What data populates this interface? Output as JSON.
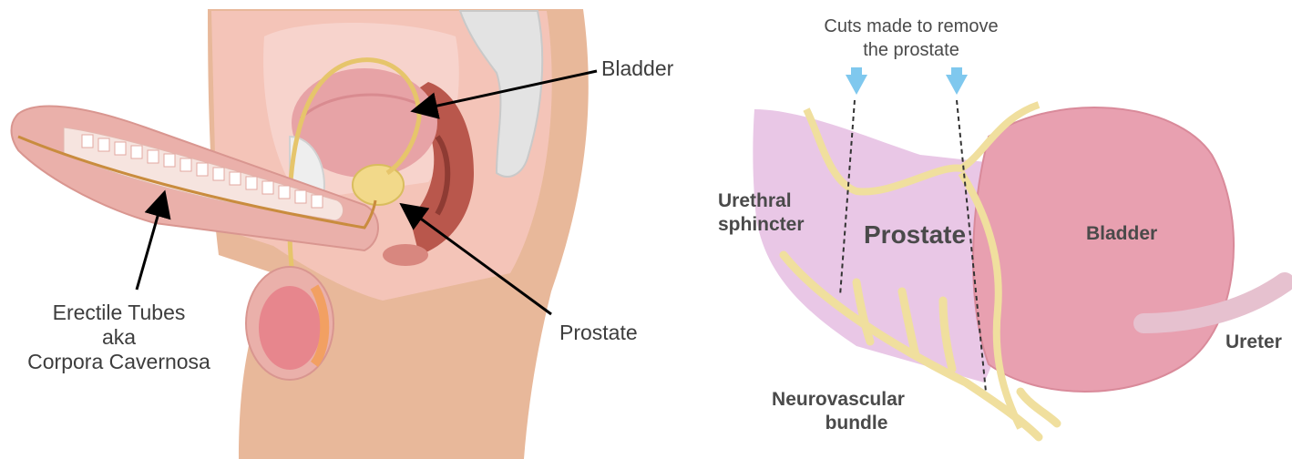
{
  "left_panel": {
    "labels": {
      "bladder": "Bladder",
      "prostate": "Prostate",
      "erectile_line1": "Erectile Tubes",
      "erectile_line2": "aka",
      "erectile_line3": "Corpora Cavernosa"
    }
  },
  "right_panel": {
    "labels": {
      "cuts_line1": "Cuts made to remove",
      "cuts_line2": "the prostate",
      "urethral_line1": "Urethral",
      "urethral_line2": "sphincter",
      "prostate": "Prostate",
      "bladder": "Bladder",
      "ureter": "Ureter",
      "neuro_line1": "Neurovascular",
      "neuro_line2": "bundle"
    }
  },
  "colors": {
    "skin": "#e8b89a",
    "tissue_pink": "#f2b9b6",
    "bladder_pink": "#e79aa6",
    "prostate_yellow": "#f2d98a",
    "nerve_yellow": "#f3e3a8",
    "label_text": "#3d3d3d",
    "arrow_blue": "#7fc8ee"
  }
}
